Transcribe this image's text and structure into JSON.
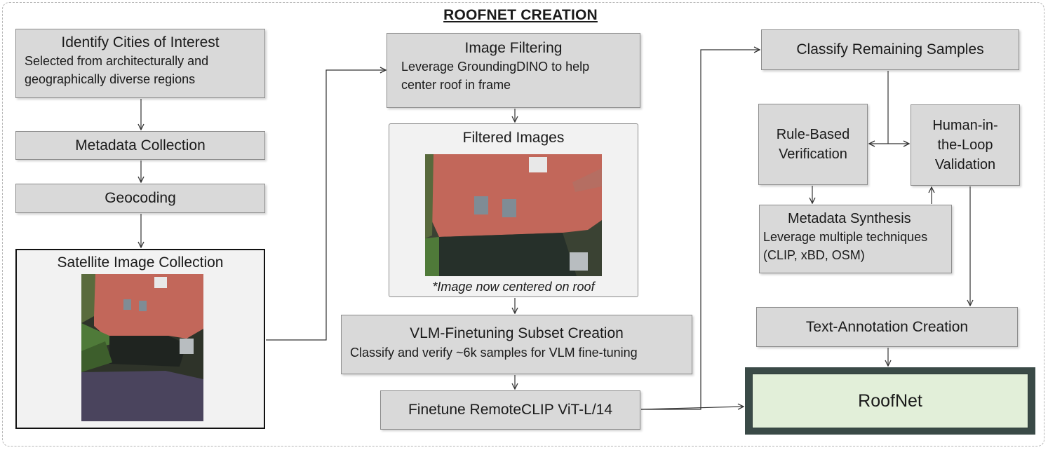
{
  "title": "ROOFNET CREATION",
  "steps": {
    "identify": {
      "heading": "Identify Cities of Interest",
      "line1": "Selected from architecturally and",
      "line2": "geographically diverse regions"
    },
    "metadata_collection": {
      "label": "Metadata Collection"
    },
    "geocoding": {
      "label": "Geocoding"
    },
    "satellite": {
      "caption": "Satellite Image Collection"
    },
    "image_filtering": {
      "heading": "Image Filtering",
      "line1": "Leverage GroundingDINO to help",
      "line2": "center roof in frame"
    },
    "filtered_images": {
      "caption": "Filtered Images",
      "note": "*Image now centered on roof"
    },
    "vlm_subset": {
      "heading": "VLM-Finetuning Subset Creation",
      "line1": "Classify and verify ~6k samples for VLM fine-tuning"
    },
    "finetune": {
      "label": "Finetune RemoteCLIP ViT-L/14"
    },
    "classify_remaining": {
      "label": "Classify Remaining Samples"
    },
    "rule_based": {
      "line1": "Rule-Based",
      "line2": "Verification"
    },
    "human_loop": {
      "line1": "Human-in-",
      "line2": "the-Loop",
      "line3": "Validation"
    },
    "metadata_synthesis": {
      "heading": "Metadata Synthesis",
      "line1": "Leverage multiple techniques",
      "line2": "(CLIP, xBD, OSM)"
    },
    "text_annotation": {
      "label": "Text-Annotation Creation"
    },
    "roofnet": {
      "label": "RoofNet"
    }
  },
  "colors": {
    "box_fill": "#d9d9d9",
    "box_border": "#8c8c8c",
    "panel_fill": "#f2f2f2",
    "roof_red": "#c2675a",
    "roofnet_fill": "#e2efd9",
    "roofnet_border": "#3a4a47",
    "arrow": "#333333"
  },
  "icons": {
    "satellite_image": "aerial-roof-photo",
    "filtered_image": "aerial-roof-photo-centered"
  }
}
